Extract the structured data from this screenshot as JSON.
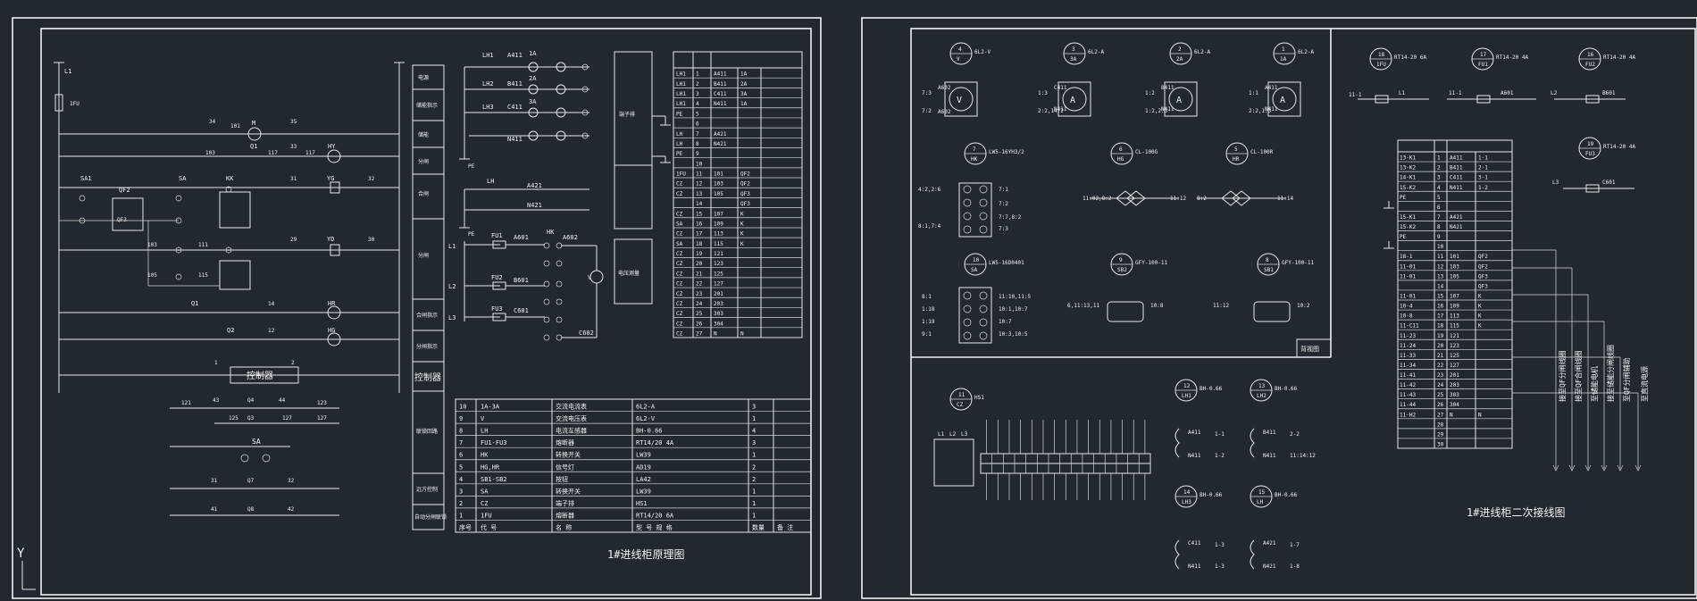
{
  "left_sheet": {
    "title": "1#进线柜原理图",
    "controller_box": "控制器",
    "sidebar_controller": "控制器",
    "sidebar_labels": [
      "电源",
      "储能指示",
      "储能",
      "分闸",
      "合闸",
      "分闸",
      "合闸指示",
      "分闸指示",
      "",
      "联锁回路",
      "远方控制",
      "自动分闸联锁"
    ],
    "terminal_block_label": "端子排",
    "relay_box_label": "电压测量",
    "parts_table": {
      "headers": [
        "序号",
        "代 号",
        "名 称",
        "型 号 规 格",
        "数量",
        "备 注"
      ],
      "rows": [
        [
          "10",
          "1A-3A",
          "交流电流表",
          "6L2-A",
          "3",
          ""
        ],
        [
          "9",
          "V",
          "交流电压表",
          "6L2-V",
          "1",
          ""
        ],
        [
          "8",
          "LH",
          "电流互感器",
          "BH-0.66",
          "4",
          ""
        ],
        [
          "7",
          "FU1-FU3",
          "熔断器",
          "RT14/20 4A",
          "3",
          ""
        ],
        [
          "6",
          "HK",
          "转换开关",
          "LW39",
          "1",
          ""
        ],
        [
          "5",
          "HG,HR",
          "信号灯",
          "AD19",
          "2",
          ""
        ],
        [
          "4",
          "SB1-SB2",
          "按钮",
          "LA42",
          "2",
          ""
        ],
        [
          "3",
          "SA",
          "转换开关",
          "LW39",
          "1",
          ""
        ],
        [
          "2",
          "CZ",
          "端子排",
          "HS1",
          "1",
          ""
        ],
        [
          "1",
          "1FU",
          "熔断器",
          "RT14/20 6A",
          "1",
          ""
        ]
      ]
    },
    "terminal_table": {
      "rows": [
        [
          "LH1",
          "1",
          "A411",
          "1A"
        ],
        [
          "LH1",
          "2",
          "B411",
          "2A"
        ],
        [
          "LH1",
          "3",
          "C411",
          "3A"
        ],
        [
          "LH1",
          "4",
          "N411",
          "1A"
        ],
        [
          "PE",
          "5",
          "",
          ""
        ],
        [
          "",
          "6",
          "",
          ""
        ],
        [
          "LH",
          "7",
          "A421",
          ""
        ],
        [
          "LH",
          "8",
          "N421",
          ""
        ],
        [
          "PE",
          "9",
          "",
          ""
        ],
        [
          "",
          "10",
          "",
          ""
        ],
        [
          "1FU",
          "11",
          "101",
          "QF2"
        ],
        [
          "CZ",
          "12",
          "103",
          "QF2"
        ],
        [
          "CZ",
          "13",
          "105",
          "QF3"
        ],
        [
          "",
          "14",
          "",
          "QF3"
        ],
        [
          "CZ",
          "15",
          "107",
          "K"
        ],
        [
          "SA",
          "16",
          "109",
          "K"
        ],
        [
          "CZ",
          "17",
          "113",
          "K"
        ],
        [
          "SA",
          "18",
          "115",
          "K"
        ],
        [
          "CZ",
          "19",
          "121",
          ""
        ],
        [
          "CZ",
          "20",
          "123",
          ""
        ],
        [
          "CZ",
          "21",
          "125",
          ""
        ],
        [
          "CZ",
          "22",
          "127",
          ""
        ],
        [
          "CZ",
          "23",
          "201",
          ""
        ],
        [
          "CZ",
          "24",
          "203",
          ""
        ],
        [
          "CZ",
          "25",
          "303",
          ""
        ],
        [
          "CZ",
          "26",
          "304",
          ""
        ],
        [
          "CZ",
          "27",
          "N",
          "N"
        ]
      ]
    },
    "labels": [
      "L1",
      "1FU",
      "SA1",
      "QF2",
      "QF3",
      "SA",
      "KK",
      "Q1",
      "Q2",
      "HY",
      "YG",
      "YD",
      "HR",
      "HG",
      "LH1",
      "LH2",
      "LH3",
      "LH",
      "FU1",
      "FU2",
      "FU3",
      "HK",
      "PE",
      "N411",
      "A421",
      "N421",
      "A601",
      "A602",
      "B601",
      "C601",
      "C602",
      "1A",
      "2A",
      "3A",
      "A411",
      "B411",
      "C411",
      "V",
      "L1",
      "L2",
      "L3",
      "Q4",
      "Q7",
      "Q8"
    ]
  },
  "right_sheet": {
    "title": "1#进线柜二次接线图",
    "panel_label": "背视图",
    "meters": [
      {
        "num": "4",
        "code": "V",
        "model": "6L2-V"
      },
      {
        "num": "3",
        "code": "3A",
        "model": "6L2-A"
      },
      {
        "num": "2",
        "code": "2A",
        "model": "6L2-A"
      },
      {
        "num": "1",
        "code": "1A",
        "model": "6L2-A"
      },
      {
        "num": "18",
        "code": "1FU",
        "model": "RT14-20 6A"
      },
      {
        "num": "17",
        "code": "FU1",
        "model": "RT14-20 4A"
      },
      {
        "num": "16",
        "code": "FU2",
        "model": "RT14-20 4A"
      },
      {
        "num": "19",
        "code": "FU3",
        "model": "RT14-20 4A"
      },
      {
        "num": "7",
        "code": "HK",
        "model": "LW5-16YH3/2"
      },
      {
        "num": "6",
        "code": "HG",
        "model": "CL-100G"
      },
      {
        "num": "5",
        "code": "HR",
        "model": "CL-100R"
      },
      {
        "num": "10",
        "code": "SA",
        "model": "LW5-16D0401"
      },
      {
        "num": "9",
        "code": "SB2",
        "model": "GFY-100-11"
      },
      {
        "num": "8",
        "code": "SB1",
        "model": "GFY-100-11"
      },
      {
        "num": "11",
        "code": "CZ",
        "model": "HS1"
      },
      {
        "num": "12",
        "code": "LH1",
        "model": "BH-0.66"
      },
      {
        "num": "13",
        "code": "LH2",
        "model": "BH-0.66"
      },
      {
        "num": "14",
        "code": "LH3",
        "model": "BH-0.66"
      },
      {
        "num": "15",
        "code": "LH",
        "model": "BH-0.66"
      }
    ],
    "vertical_labels": [
      "接至QF分闸线圈",
      "接至QF合闸线圈",
      "至储能电机",
      "接至储能分闸线圈",
      "至QF分闸辅助",
      "至直流电源"
    ],
    "terminal_rows": [
      [
        "13-K1",
        "1",
        "A411",
        "1-1"
      ],
      [
        "13-K2",
        "2",
        "B411",
        "2-1"
      ],
      [
        "14-K1",
        "3",
        "C411",
        "3-1"
      ],
      [
        "15-K2",
        "4",
        "N411",
        "1-2"
      ],
      [
        "PE",
        "5",
        "",
        ""
      ],
      [
        "",
        "6",
        "",
        ""
      ],
      [
        "15-K1",
        "7",
        "A421",
        ""
      ],
      [
        "15-K2",
        "8",
        "N421",
        ""
      ],
      [
        "PE",
        "9",
        "",
        ""
      ],
      [
        "",
        "10",
        "",
        ""
      ],
      [
        "18-1",
        "11",
        "101",
        "QF2"
      ],
      [
        "11-01",
        "12",
        "103",
        "QF2"
      ],
      [
        "11-01",
        "13",
        "105",
        "QF3"
      ],
      [
        "",
        "14",
        "",
        "QF3"
      ],
      [
        "11-01",
        "15",
        "107",
        "K"
      ],
      [
        "10-4",
        "16",
        "109",
        "K"
      ],
      [
        "10-8",
        "17",
        "113",
        "K"
      ],
      [
        "11-C11",
        "18",
        "115",
        "K"
      ],
      [
        "11-23",
        "19",
        "121",
        ""
      ],
      [
        "11-24",
        "20",
        "123",
        ""
      ],
      [
        "11-33",
        "21",
        "125",
        ""
      ],
      [
        "11-34",
        "22",
        "127",
        ""
      ],
      [
        "11-41",
        "23",
        "201",
        ""
      ],
      [
        "11-42",
        "24",
        "203",
        ""
      ],
      [
        "11-43",
        "25",
        "303",
        ""
      ],
      [
        "11-44",
        "26",
        "304",
        ""
      ],
      [
        "11-H2",
        "27",
        "N",
        "N"
      ],
      [
        "",
        "28",
        "",
        ""
      ],
      [
        "",
        "29",
        "",
        ""
      ],
      [
        "",
        "30",
        "",
        ""
      ]
    ]
  },
  "ucs_label": "Y"
}
